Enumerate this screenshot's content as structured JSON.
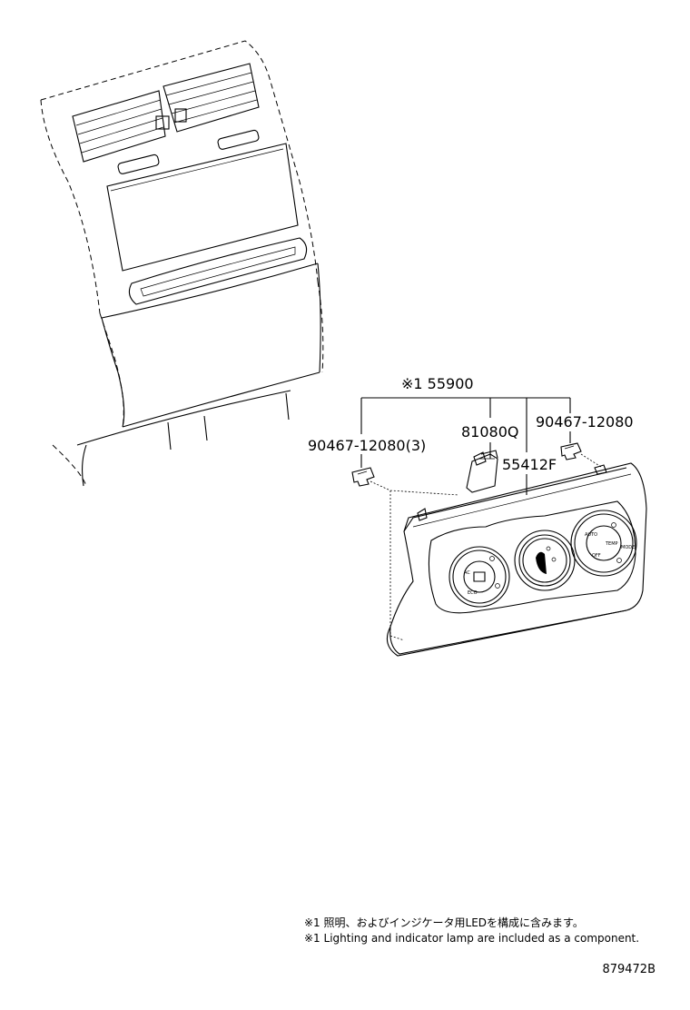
{
  "parts": {
    "assembly": "※1 55900",
    "bulb": "81080Q",
    "panel": "55412F",
    "clip_left": "90467-12080(3)",
    "clip_right": "90467-12080"
  },
  "notes": {
    "jp": "※1 照明、およびインジケータ用LEDを構成に含みます。",
    "en": "※1 Lighting and indicator lamp are included as a component."
  },
  "figure_number": "879472B",
  "panel_text": {
    "left_dial": [
      "AC",
      "ECO"
    ],
    "right_dial": [
      "AUTO",
      "TEMP",
      "MODE",
      "OFF"
    ]
  }
}
